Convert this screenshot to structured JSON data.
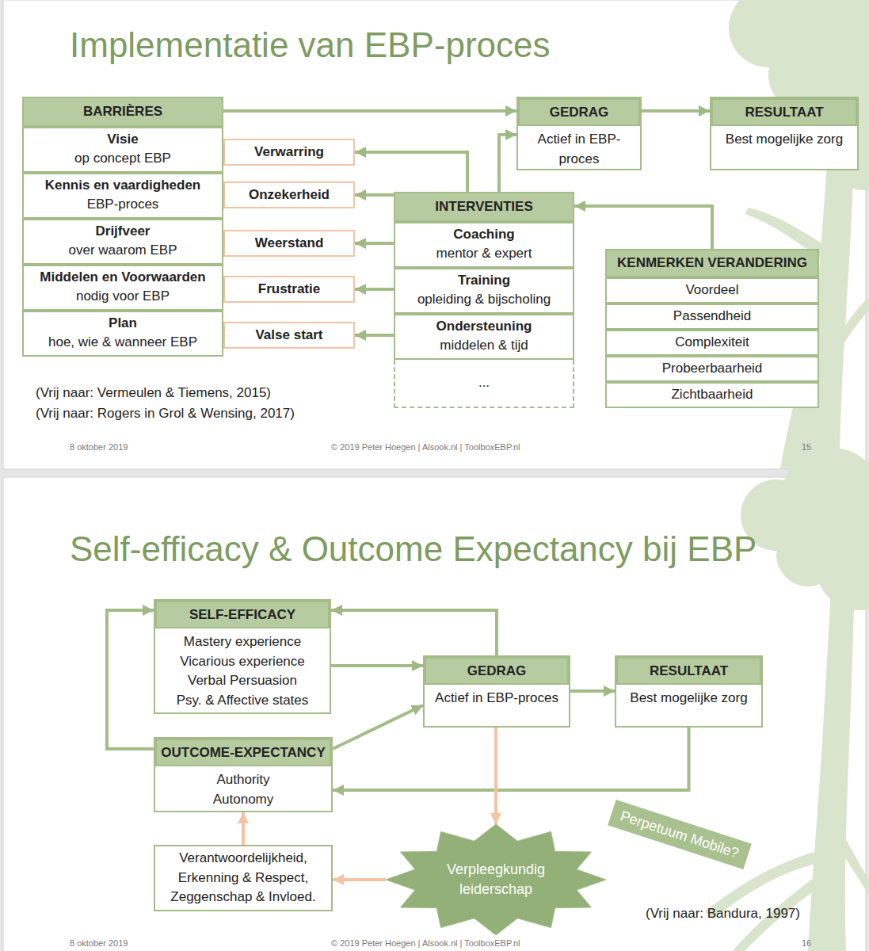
{
  "diagram": {
    "title": "Implementatie van EBP-proces",
    "nodes": [
      {
        "text": [
          "BARRIÈRES"
        ]
      },
      {
        "text": [
          "Visie",
          "op concept EBP"
        ],
        "in": 0
      },
      {
        "text": [
          "Kennis en vaardigheden",
          "EBP-proces"
        ],
        "in": 0
      },
      {
        "text": [
          "Drijfveer",
          "over waarom EBP"
        ],
        "in": 0
      },
      {
        "text": [
          "Middelen en Voorwaarden",
          "nodig voor EBP"
        ],
        "in": 0
      },
      {
        "text": [
          "Plan",
          "hoe, wie & wanneer EBP"
        ],
        "in": 0
      },
      {
        "text": [
          "Verwarring"
        ]
      },
      {
        "text": [
          "Onzekerheid"
        ]
      },
      {
        "text": [
          "Weerstand"
        ]
      },
      {
        "text": [
          "Frustratie"
        ]
      },
      {
        "text": [
          "Valse start"
        ]
      },
      {
        "text": [
          "GEDRAG",
          "Actief in EBP-proces"
        ]
      },
      {
        "text": [
          "RESULTAAT",
          "Best mogelijke zorg"
        ]
      },
      {
        "text": [
          "INTERVENTIES"
        ]
      },
      {
        "text": [
          "Coaching",
          "mentor & expert"
        ],
        "in": 13
      },
      {
        "text": [
          "Training",
          "opleiding & bijscholing"
        ],
        "in": 13
      },
      {
        "text": [
          "Ondersteuning",
          "middelen & tijd"
        ],
        "in": 13
      },
      {
        "text": [
          "..."
        ],
        "in": 13
      },
      {
        "text": [
          "KENMERKEN VERANDERING"
        ]
      },
      {
        "text": [
          "Voordeel"
        ],
        "in": 18
      },
      {
        "text": [
          "Passendheid"
        ],
        "in": 18
      },
      {
        "text": [
          "Complexiteit"
        ],
        "in": 18
      },
      {
        "text": [
          "Probeerbaarheid"
        ],
        "in": 18
      },
      {
        "text": [
          "Zichtbaarheid"
        ],
        "in": 18
      },
      {
        "text": [
          "SELF-EFFICACY",
          "Mastery experience",
          "Vicarious experience",
          "Verbal Persuasion",
          "Psy. & Affective states"
        ]
      },
      {
        "text": [
          "GEDRAG",
          "Actief in EBP-proces"
        ]
      },
      {
        "text": [
          "RESULTAAT",
          "Best mogelijke zorg"
        ]
      },
      {
        "text": [
          "OUTCOME-EXPECTANCY",
          "Authority",
          "Autonomy"
        ]
      },
      {
        "text": [
          "Verantwoordelijkheid,",
          "Erkenning & Respect,",
          "Zeggenschap & Invloed."
        ]
      },
      {
        "text": [
          "Verpleegkundig leiderschap"
        ]
      },
      {
        "text": [
          "Perpetuum Mobile?"
        ]
      }
    ],
    "edges": [
      {
        "from": 0,
        "to": 11,
        "arrow": "to"
      },
      {
        "from": 11,
        "to": 12,
        "arrow": "to"
      },
      {
        "from": 13,
        "to": 11,
        "arrow": "to"
      },
      {
        "from": 13,
        "to": 6,
        "arrow": "to"
      },
      {
        "from": 13,
        "to": 7,
        "arrow": "to"
      },
      {
        "from": 13,
        "to": 8,
        "arrow": "to"
      },
      {
        "from": 13,
        "to": 9,
        "arrow": "to"
      },
      {
        "from": 13,
        "to": 10,
        "arrow": "to"
      },
      {
        "from": 18,
        "to": 13,
        "arrow": "to"
      },
      {
        "from": 24,
        "to": 25,
        "arrow": "to"
      },
      {
        "from": 25,
        "to": 24,
        "arrow": "to"
      },
      {
        "from": 27,
        "to": 25,
        "arrow": "to"
      },
      {
        "from": 25,
        "to": 26,
        "arrow": "to"
      },
      {
        "from": 26,
        "to": 27,
        "arrow": "to"
      },
      {
        "from": 27,
        "to": 24,
        "arrow": "to"
      },
      {
        "from": 25,
        "to": 29,
        "arrow": "to"
      },
      {
        "from": 29,
        "to": 28,
        "arrow": "to"
      },
      {
        "from": 28,
        "to": 27,
        "arrow": "to"
      }
    ],
    "labels": [
      "Self-efficacy & Outcome Expectancy bij EBP",
      "(Vrij naar: Vermeulen & Tiemens, 2015)",
      "(Vrij naar: Rogers in Grol & Wensing, 2017)",
      "8 oktober 2019",
      "© 2019 Peter Hoegen | Alsook.nl | ToolboxEBP.nl",
      "15",
      "(Vrij naar: Bandura, 1997)",
      "8 oktober 2019",
      "© 2019 Peter Hoegen | Alsook.nl | ToolboxEBP.nl",
      "16"
    ]
  }
}
